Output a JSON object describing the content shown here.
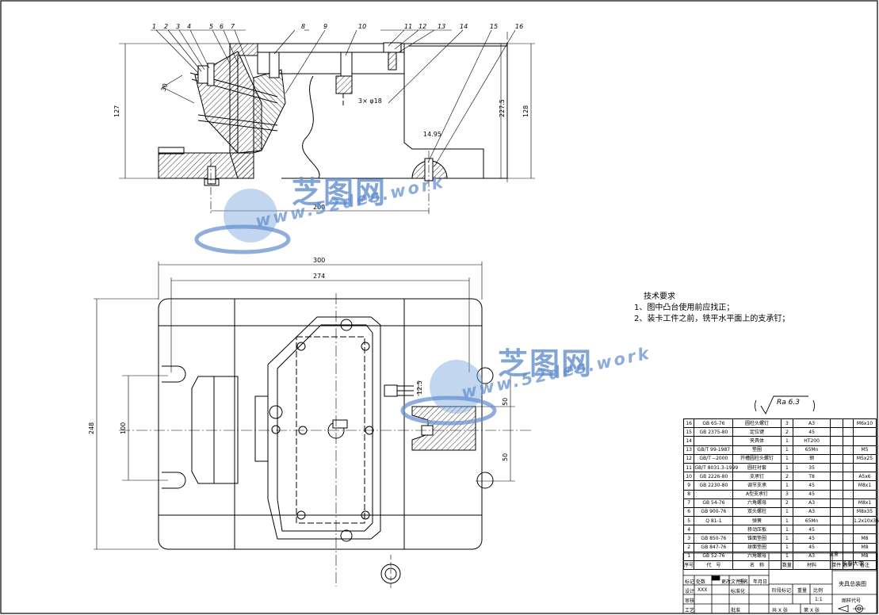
{
  "part_numbers": [
    "1",
    "2",
    "3",
    "4",
    "5",
    "6",
    "7",
    "8",
    "9",
    "10",
    "11",
    "12",
    "13",
    "14",
    "15",
    "16"
  ],
  "dimensions": {
    "d_30": "30",
    "d_127": "127",
    "d_227_5": "227.5",
    "d_128": "128",
    "d_200": "200",
    "d_300": "300",
    "d_274": "274",
    "d_248": "248",
    "d_100": "100",
    "d_50a": "50",
    "d_50b": "50",
    "d_hole": "3× φ18",
    "d_small": "14.95",
    "d_tiny": "12.5"
  },
  "tech_requirements": {
    "title": "技术要求",
    "line1": "1、图中凸台使用前应找正；",
    "line2": "2、装卡工件之前，铣平水平面上的支承钉；"
  },
  "roughness": "Ra 6.3",
  "bom": [
    {
      "no": "16",
      "code": "GB 65-76",
      "name": "圆柱头螺钉",
      "qty": "3",
      "mat": "A3",
      "note": "M6x10"
    },
    {
      "no": "15",
      "code": "GB 2375-80",
      "name": "定位键",
      "qty": "2",
      "mat": "45",
      "note": ""
    },
    {
      "no": "14",
      "code": "",
      "name": "夹具体",
      "qty": "1",
      "mat": "HT200",
      "note": ""
    },
    {
      "no": "13",
      "code": "GB/T 99-1987",
      "name": "垫圈",
      "qty": "1",
      "mat": "65Mn",
      "note": "M5"
    },
    {
      "no": "12",
      "code": "GB/T --2000",
      "name": "开槽圆柱头螺钉",
      "qty": "1",
      "mat": "钢",
      "note": "M5x25"
    },
    {
      "no": "11",
      "code": "GB/T 8031.3-1999",
      "name": "圆柱衬套",
      "qty": "1",
      "mat": "35",
      "note": ""
    },
    {
      "no": "10",
      "code": "GB 2226-80",
      "name": "支承钉",
      "qty": "2",
      "mat": "T8",
      "note": "A5x6"
    },
    {
      "no": "9",
      "code": "GB 2230-80",
      "name": "调节支承",
      "qty": "1",
      "mat": "45",
      "note": "M8x1"
    },
    {
      "no": "8",
      "code": "",
      "name": "A型支承钉",
      "qty": "3",
      "mat": "45",
      "note": ""
    },
    {
      "no": "7",
      "code": "GB 54-76",
      "name": "六角螺母",
      "qty": "2",
      "mat": "A3",
      "note": "M8x1"
    },
    {
      "no": "6",
      "code": "GB 900-76",
      "name": "双头螺柱",
      "qty": "1",
      "mat": "A3",
      "note": "M8x35"
    },
    {
      "no": "5",
      "code": "Q 81-1",
      "name": "弹簧",
      "qty": "1",
      "mat": "65Mn",
      "note": "1.2x10x36"
    },
    {
      "no": "4",
      "code": "",
      "name": "移动压板",
      "qty": "1",
      "mat": "45",
      "note": ""
    },
    {
      "no": "3",
      "code": "GB 850-76",
      "name": "锥面垫圈",
      "qty": "1",
      "mat": "45",
      "note": "M8"
    },
    {
      "no": "2",
      "code": "GB 847-76",
      "name": "球面垫圈",
      "qty": "1",
      "mat": "45",
      "note": "M8"
    },
    {
      "no": "1",
      "code": "GB 52-76",
      "name": "六角螺母",
      "qty": "1",
      "mat": "A3",
      "note": "M8"
    }
  ],
  "bom_header": {
    "no": "序号",
    "code": "代　号",
    "name": "名　称",
    "qty": "数量",
    "mat": "材料",
    "unit": "单件",
    "total": "总计",
    "weight": "重量",
    "note": "备注"
  },
  "title_block": {
    "school": "长春大学",
    "drawing_name": "夹具总装图",
    "stage": "阶段标记",
    "weight": "重量",
    "scale": "比例",
    "scale_value": "1:1",
    "sheets_total": "共 X 张",
    "sheet_no": "第 X 张",
    "design": "设计",
    "design_name": "XXX",
    "standard": "标准化",
    "review": "审核",
    "process": "工艺",
    "approve": "批准",
    "mark": "标记",
    "count": "处数",
    "doc_no": "更改文件号",
    "sign": "签名",
    "date": "年月日",
    "code_no": "图样代号"
  },
  "watermark": {
    "brand": "芝图网",
    "url": "www.52des.work"
  }
}
